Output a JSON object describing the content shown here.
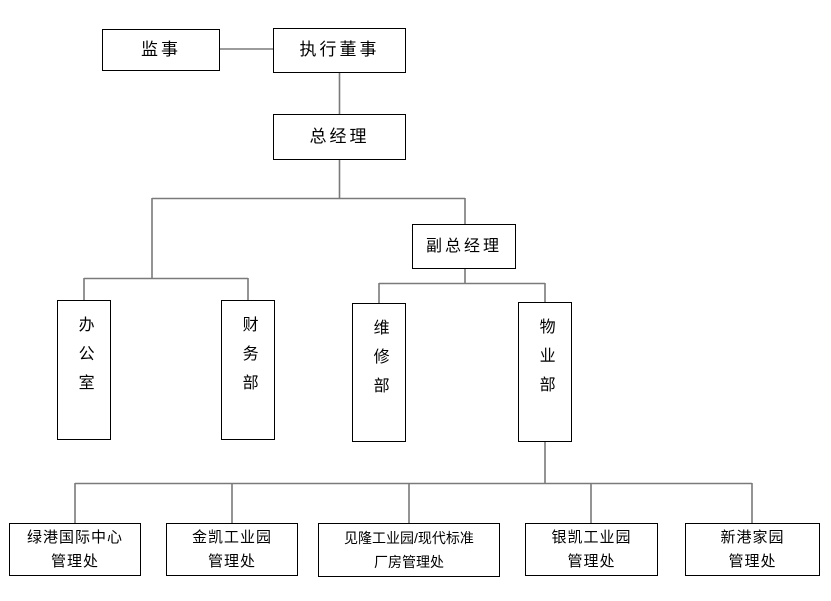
{
  "diagram": {
    "type": "org-chart",
    "colors": {
      "background": "#ffffff",
      "box_border": "#000000",
      "connector": "#7a7a7a",
      "text": "#000000"
    },
    "nodes": {
      "jianshi": {
        "label": "监事"
      },
      "zhixing": {
        "label": "执行董事"
      },
      "zongjingli": {
        "label": "总经理"
      },
      "fuzong": {
        "label": "副总经理"
      },
      "bangongshi": {
        "label": "办公室"
      },
      "caiwubu": {
        "label": "财务部"
      },
      "weixiubu": {
        "label": "维修部"
      },
      "wuyebu": {
        "label": "物业部"
      },
      "lvgang": {
        "line1": "绿港国际中心",
        "line2": "管理处"
      },
      "jinkai": {
        "line1": "金凯工业园",
        "line2": "管理处"
      },
      "jianlong": {
        "line1": "见隆工业园/现代标准",
        "line2": "厂房管理处"
      },
      "yinkai": {
        "line1": "银凯工业园",
        "line2": "管理处"
      },
      "xingang": {
        "line1": "新港家园",
        "line2": "管理处"
      }
    },
    "edges": [
      {
        "from": "监事",
        "to": "执行董事"
      },
      {
        "from": "执行董事",
        "to": "总经理"
      },
      {
        "from": "总经理",
        "to": "办公室"
      },
      {
        "from": "总经理",
        "to": "财务部"
      },
      {
        "from": "总经理",
        "to": "副总经理"
      },
      {
        "from": "副总经理",
        "to": "维修部"
      },
      {
        "from": "副总经理",
        "to": "物业部"
      },
      {
        "from": "物业部",
        "to": "绿港国际中心管理处"
      },
      {
        "from": "物业部",
        "to": "金凯工业园管理处"
      },
      {
        "from": "物业部",
        "to": "见隆工业园/现代标准厂房管理处"
      },
      {
        "from": "物业部",
        "to": "银凯工业园管理处"
      },
      {
        "from": "物业部",
        "to": "新港家园管理处"
      }
    ]
  }
}
